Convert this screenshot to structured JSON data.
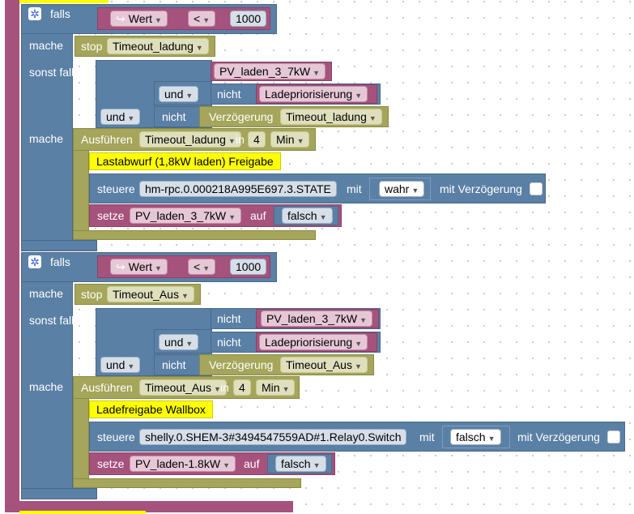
{
  "colors": {
    "logic": "#5b80a5",
    "timer": "#a5a55b",
    "variable": "#a5527c",
    "annotation": "#ffff00"
  },
  "kw": {
    "falls": "falls",
    "mache": "mache",
    "sonst_falls": "sonst falls",
    "und": "und",
    "nicht": "nicht",
    "verzoegerung": "Verzögerung",
    "stop": "stop",
    "ausfuehren": "Ausführen",
    "in": "in",
    "steuere": "steuere",
    "mit": "mit",
    "mit_verzoegerung": "mit Verzögerung",
    "setze": "setze",
    "auf": "auf"
  },
  "block1": {
    "cond": {
      "var": "Wert",
      "op": "<",
      "num": "1000"
    },
    "stop_timer": "Timeout_ladung",
    "elseif": {
      "var_a": "PV_laden_3_7kW",
      "var_b": "Ladepriorisierung",
      "delay_timer": "Timeout_ladung"
    },
    "run": {
      "timer": "Timeout_ladung",
      "amount": "4",
      "unit": "Min"
    },
    "comment": "Lastabwurf (1,8kW laden) Freigabe",
    "control": {
      "object": "hm-rpc.0.000218A995E697.3.STATE",
      "value": "wahr"
    },
    "set": {
      "var": "PV_laden_3_7kW",
      "value": "falsch"
    }
  },
  "block2": {
    "cond": {
      "var": "Wert",
      "op": "<",
      "num": "1000"
    },
    "stop_timer": "Timeout_Aus",
    "elseif": {
      "var_a": "PV_laden_3_7kW",
      "var_b": "Ladepriorisierung",
      "delay_timer": "Timeout_Aus"
    },
    "run": {
      "timer": "Timeout_Aus",
      "amount": "4",
      "unit": "Min"
    },
    "comment": "Ladefreigabe Wallbox",
    "control": {
      "object": "shelly.0.SHEM-3#3494547559AD#1.Relay0.Switch",
      "value": "falsch"
    },
    "set": {
      "var": "PV_laden-1.8kW",
      "value": "falsch"
    }
  },
  "icons": {
    "settings": "gear-icon",
    "dropdown": "dropdown-arrow-icon",
    "return": "return-arrow-icon"
  }
}
